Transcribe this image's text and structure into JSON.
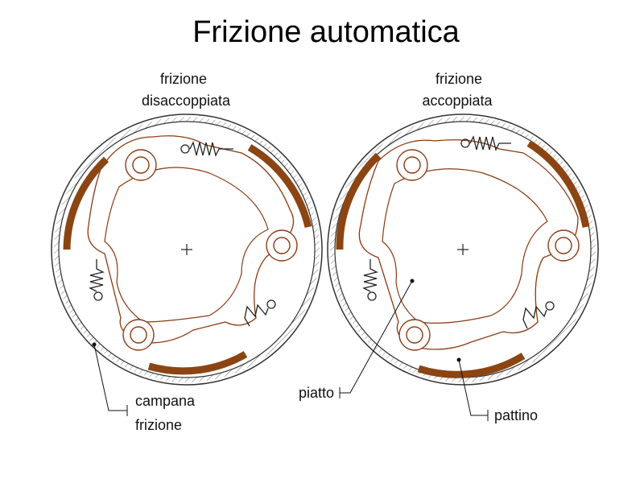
{
  "title": "Frizione automatica",
  "left_drum": {
    "caption_line1": "frizione",
    "caption_line2": "disaccoppiata"
  },
  "right_drum": {
    "caption_line1": "frizione",
    "caption_line2": "accoppiata"
  },
  "callouts": {
    "campana_line1": "campana",
    "campana_line2": "frizione",
    "piatto": "piatto",
    "pattino": "pattino"
  },
  "colors": {
    "outline": "#8a3a12",
    "shoe": "#8b4513",
    "housing": "#333333",
    "spring": "#222222"
  }
}
